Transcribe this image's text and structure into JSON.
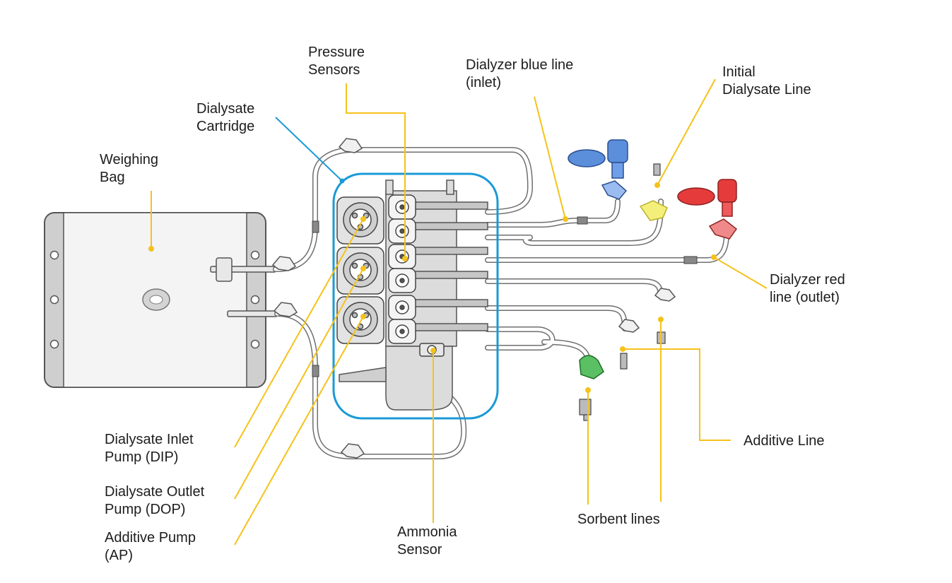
{
  "labels": {
    "pressure_sensors": "Pressure\nSensors",
    "dialyzer_blue_line": "Dialyzer blue line\n(inlet)",
    "initial_dialysate_line": "Initial\nDialysate Line",
    "dialysate_cartridge": "Dialysate\nCartridge",
    "weighing_bag": "Weighing\nBag",
    "dialyzer_red_line": "Dialyzer red\nline (outlet)",
    "additive_line": "Additive Line",
    "dip": "Dialysate Inlet\nPump (DIP)",
    "dop": "Dialysate Outlet\nPump (DOP)",
    "ap": "Additive Pump\n(AP)",
    "ammonia_sensor": "Ammonia\nSensor",
    "sorbent_lines": "Sorbent lines"
  },
  "colors": {
    "leader": "#f5c21b",
    "cartridge_outline": "#1a9ad6",
    "tube": "#9a9a9a",
    "outline": "#555555",
    "bag_fill": "#f2f2f2",
    "bag_frame": "#cfcfcf",
    "blue_connector": "#5b8fdc",
    "red_connector": "#e53b3b",
    "yellow_clamp": "#e9e44a",
    "green_clamp": "#2e9b3e",
    "text": "#1d1d1d"
  }
}
